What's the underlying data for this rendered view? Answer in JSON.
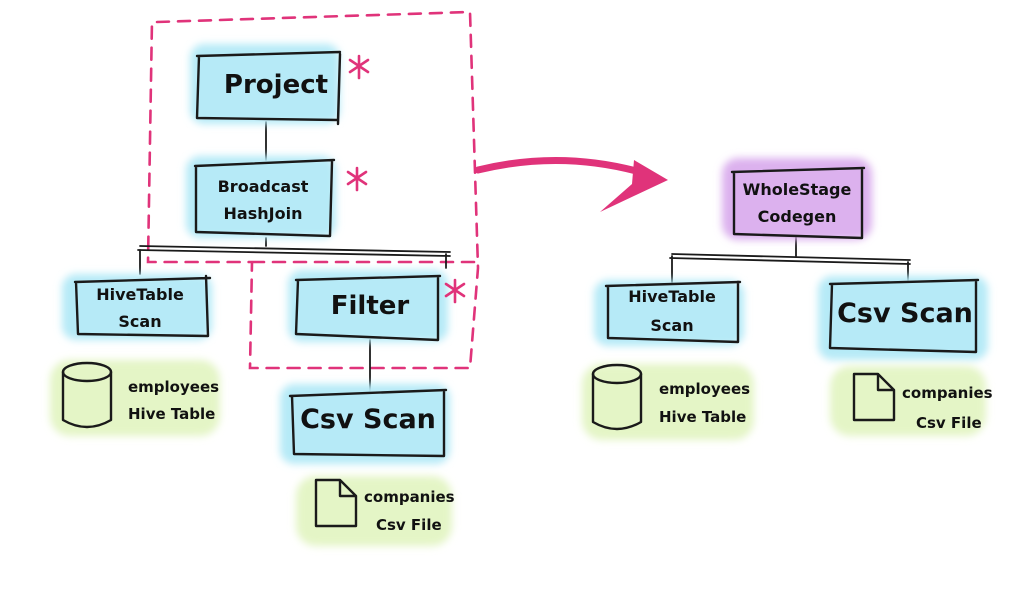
{
  "left_plan": {
    "project": "Project",
    "broadcast_line1": "Broadcast",
    "broadcast_line2": "HashJoin",
    "hivescan_line1": "HiveTable",
    "hivescan_line2": "Scan",
    "filter": "Filter",
    "csvscan": "Csv Scan",
    "hive_source_line1": "employees",
    "hive_source_line2": "Hive Table",
    "csv_source_line1": "companies",
    "csv_source_line2": "Csv File"
  },
  "right_plan": {
    "codegen_line1": "WholeStage",
    "codegen_line2": "Codegen",
    "hivescan_line1": "HiveTable",
    "hivescan_line2": "Scan",
    "csvscan": "Csv Scan",
    "hive_source_line1": "employees",
    "hive_source_line2": "Hive Table",
    "csv_source_line1": "companies",
    "csv_source_line2": "Csv File"
  },
  "colors": {
    "operator_fill": "#b6eaf7",
    "codegen_fill": "#dcb1ee",
    "source_fill": "#e4f5c6",
    "highlight": "#e0337a",
    "ink": "#1a1a1a"
  }
}
